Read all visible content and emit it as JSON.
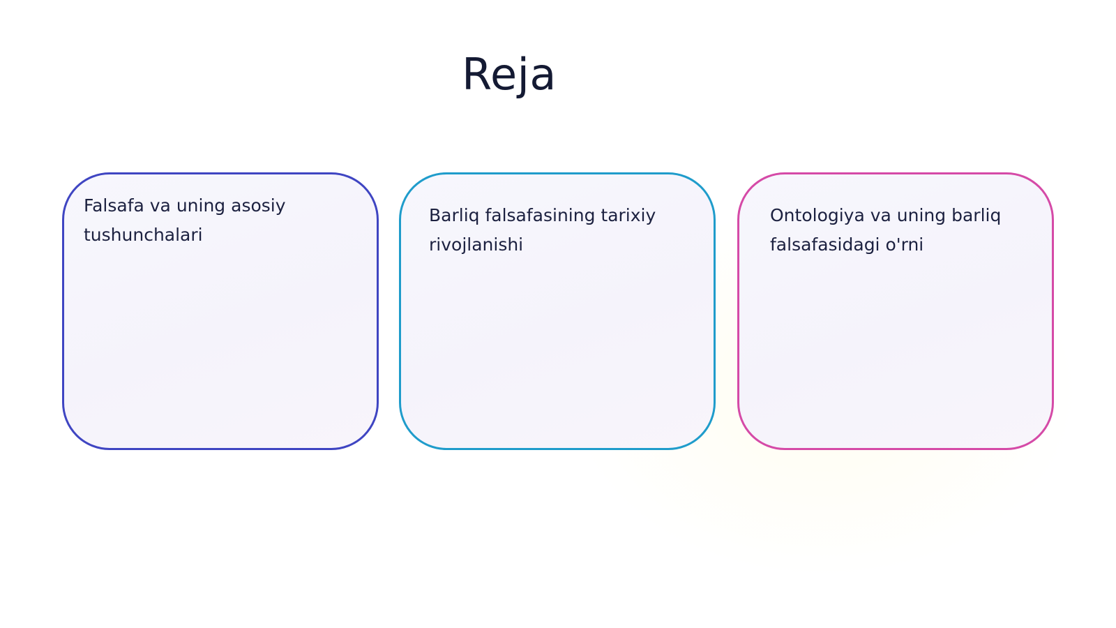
{
  "slide": {
    "title": "Reja",
    "cards": [
      {
        "text": "Falsafa va uning asosiy tushunchalari",
        "border_color": "#3f45c2"
      },
      {
        "text": "Barliq falsafasining tarixiy rivojlanishi",
        "border_color": "#1f9ccb"
      },
      {
        "text": "Ontologiya va uning barliq falsafasidagi o'rni",
        "border_color": "#d54aa7"
      }
    ]
  }
}
